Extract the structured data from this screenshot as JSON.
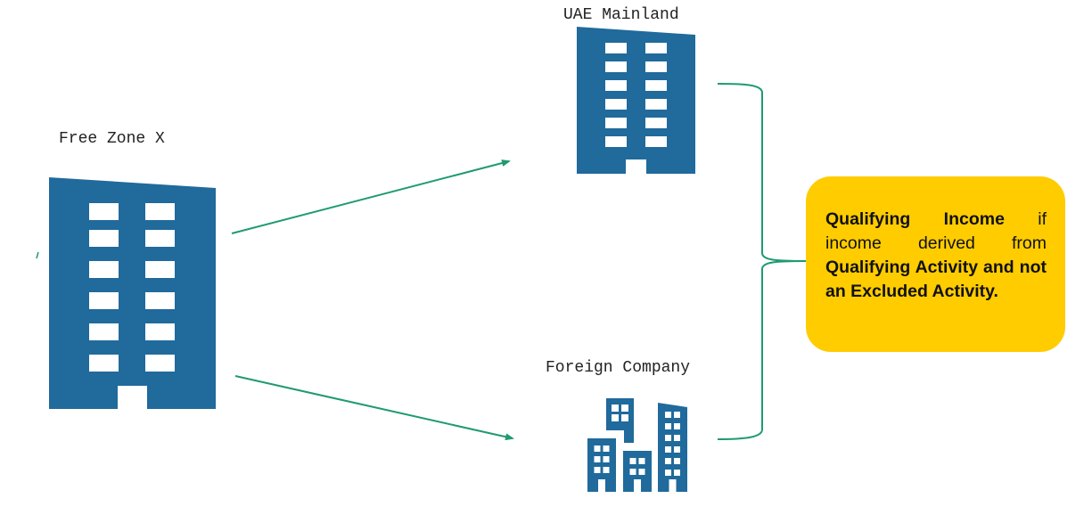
{
  "colors": {
    "building": "#206a9c",
    "connector": "#1f9a72",
    "callout_fill": "#ffcc00",
    "text": "#111111"
  },
  "nodes": {
    "free_zone": {
      "label": "Free Zone X",
      "icon": "office-building-icon"
    },
    "uae_mainland": {
      "label": "UAE Mainland",
      "icon": "office-building-icon"
    },
    "foreign_company": {
      "label": "Foreign Company",
      "icon": "city-buildings-icon"
    }
  },
  "edges": [
    {
      "from": "free_zone",
      "to": "uae_mainland",
      "style": "arrow"
    },
    {
      "from": "free_zone",
      "to": "foreign_company",
      "style": "arrow"
    }
  ],
  "brace": {
    "groups": [
      "uae_mainland",
      "foreign_company"
    ],
    "points_to": "callout"
  },
  "callout": {
    "segments": [
      {
        "text": "Qualifying Income",
        "bold": true
      },
      {
        "text": " if income derived from ",
        "bold": false
      },
      {
        "text": "Qualifying Activity and not an Excluded Activity.",
        "bold": true
      }
    ]
  }
}
